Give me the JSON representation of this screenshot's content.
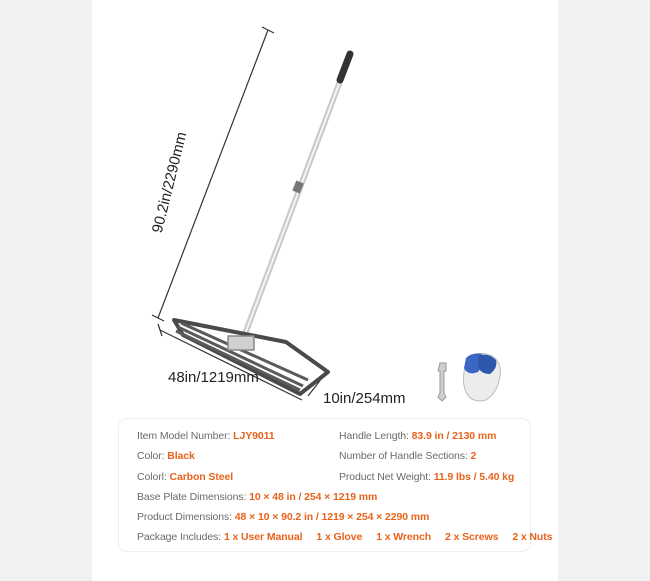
{
  "dimensions": {
    "height": "90.2in/2290mm",
    "length": "48in/1219mm",
    "width": "10in/254mm"
  },
  "icons": [
    "wrench-icon",
    "glove-icon"
  ],
  "colors": {
    "accent": "#e8631d",
    "label": "#6b6b6b"
  },
  "specs": {
    "model": {
      "label": "Item Model Number: ",
      "value": "LJY9011"
    },
    "color1": {
      "label": "Color: ",
      "value": "Black"
    },
    "color2": {
      "label": "Colorl: ",
      "value": "Carbon Steel"
    },
    "base": {
      "label": "Base Plate Dimensions: ",
      "value": "10 × 48 in / 254 × 1219 mm"
    },
    "product": {
      "label": "Product Dimensions: ",
      "value": "48 × 10 × 90.2 in / 1219 × 254 × 2290 mm"
    },
    "handle_length": {
      "label": "Handle Length: ",
      "value": "83.9 in / 2130 mm"
    },
    "handle_sections": {
      "label": "Number of Handle Sections: ",
      "value": "2"
    },
    "weight": {
      "label": "Product Net Weight: ",
      "value": "11.9 lbs / 5.40 kg"
    },
    "package": {
      "label": "Package Includes: ",
      "items": [
        "1 x User Manual",
        "1 x Glove",
        "1 x Wrench",
        "2 x Screws",
        "2 x Nuts"
      ]
    }
  }
}
